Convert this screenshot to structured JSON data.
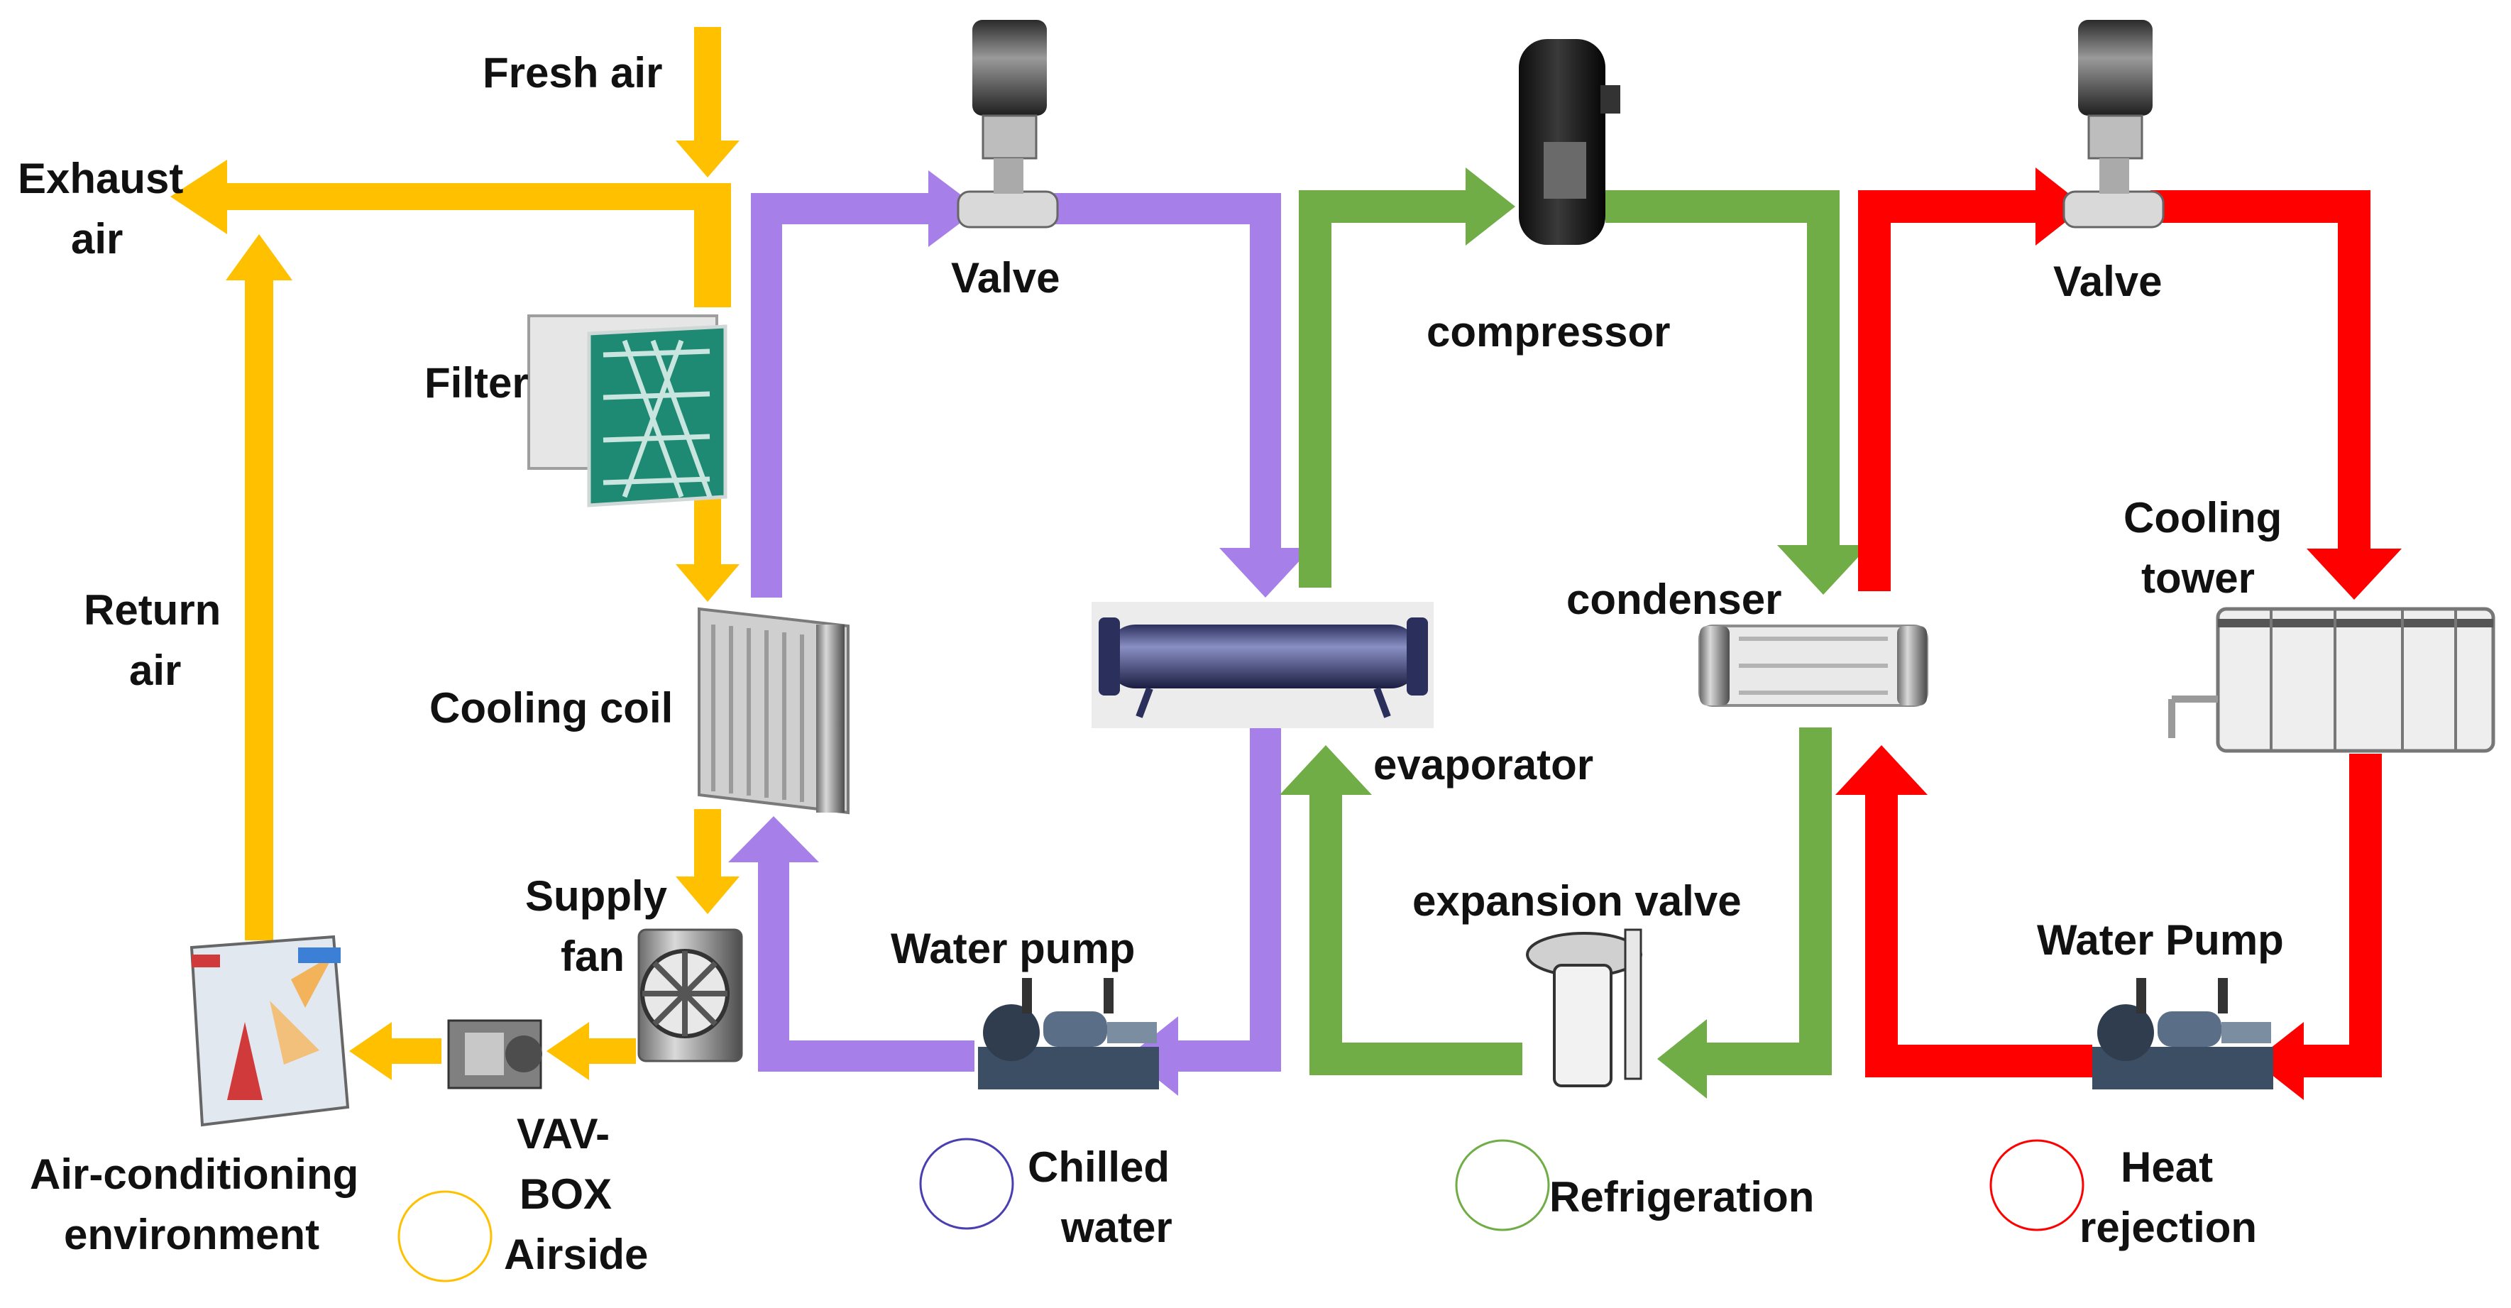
{
  "colors": {
    "airside": "#FFC000",
    "chilled_water": "#A77FE8",
    "refrigeration": "#70AD47",
    "heat_rejection": "#FF0000"
  },
  "labels": {
    "fresh_air": "Fresh air",
    "exhaust_air_1": "Exhaust",
    "exhaust_air_2": "air",
    "filter": "Filter",
    "cooling_coil": "Cooling coil",
    "return_air_1": "Return",
    "return_air_2": "air",
    "supply_fan_1": "Supply",
    "supply_fan_2": "fan",
    "vav_box_1": "VAV-",
    "vav_box_2": "BOX",
    "ac_env_1": "Air-conditioning",
    "ac_env_2": "environment",
    "valve_left": "Valve",
    "evaporator": "evaporator",
    "water_pump_left": "Water pump",
    "compressor": "compressor",
    "condenser": "condenser",
    "expansion_valve": "expansion valve",
    "valve_right": "Valve",
    "cooling_tower_1": "Cooling",
    "cooling_tower_2": "tower",
    "water_pump_right": "Water Pump"
  },
  "legend": {
    "airside": "Airside",
    "chilled_water_1": "Chilled",
    "chilled_water_2": "water",
    "refrigeration": "Refrigeration",
    "heat_rejection_1": "Heat",
    "heat_rejection_2": "rejection"
  },
  "icons": {
    "fresh_air": "arrow-down-icon",
    "filter": "filter-icon",
    "cooling_coil": "cooling-coil-icon",
    "supply_fan": "fan-icon",
    "vav_box": "vav-box-icon",
    "ac_environment": "room-icon",
    "valve": "valve-actuator-icon",
    "evaporator": "heat-exchanger-icon",
    "water_pump": "pump-icon",
    "compressor": "compressor-icon",
    "condenser": "heat-exchanger-icon",
    "expansion_valve": "expansion-valve-icon",
    "cooling_tower": "cooling-tower-icon",
    "loop": "cycle-icon"
  }
}
